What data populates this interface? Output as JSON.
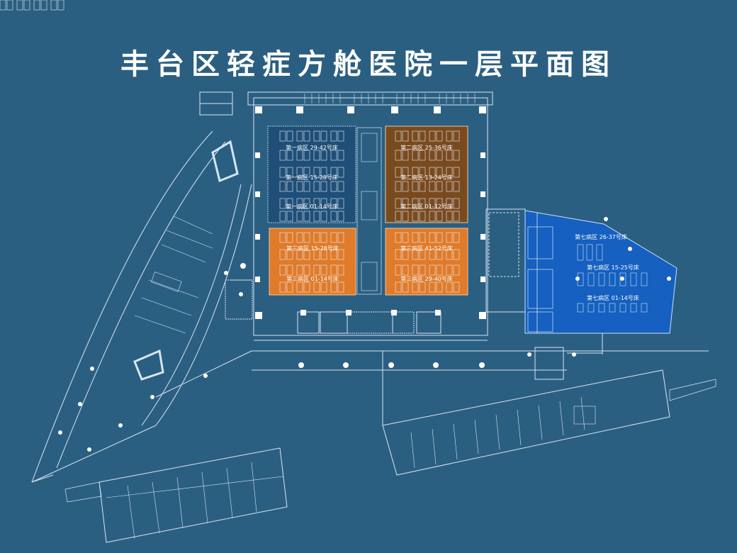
{
  "title": "丰台区轻症方舱医院一层平面图",
  "colors": {
    "background": "#2b5f82",
    "line": "#d6e6f3",
    "ward_1": "#1f4f78",
    "ward_2": "#7a4a1f",
    "ward_3": "#e07b2a",
    "ward_7": "#1560c0"
  },
  "wards": [
    {
      "id": "ward-1",
      "name": "第一病区",
      "color": "#1f4f78",
      "labels": [
        "第一病区 29-42号床",
        "第一病区 15-28号床",
        "第一病区 01-14号床"
      ]
    },
    {
      "id": "ward-2",
      "name": "第二病区",
      "color": "#7a4a1f",
      "labels": [
        "第二病区 25-36号床",
        "第二病区 13-24号床",
        "第二病区 01-12号床"
      ]
    },
    {
      "id": "ward-3-left",
      "name": "第三病区",
      "color": "#e07b2a",
      "labels": [
        "第三病区 15-28号床",
        "第三病区 01-14号床"
      ]
    },
    {
      "id": "ward-3-right",
      "name": "第三病区",
      "color": "#e07b2a",
      "labels": [
        "第三病区 41-52号床",
        "第三病区 29-40号床"
      ]
    },
    {
      "id": "ward-7",
      "name": "第七病区",
      "color": "#1560c0",
      "labels": [
        "第七病区 26-37号床",
        "第七病区 15-25号床",
        "第七病区 01-14号床"
      ]
    }
  ]
}
